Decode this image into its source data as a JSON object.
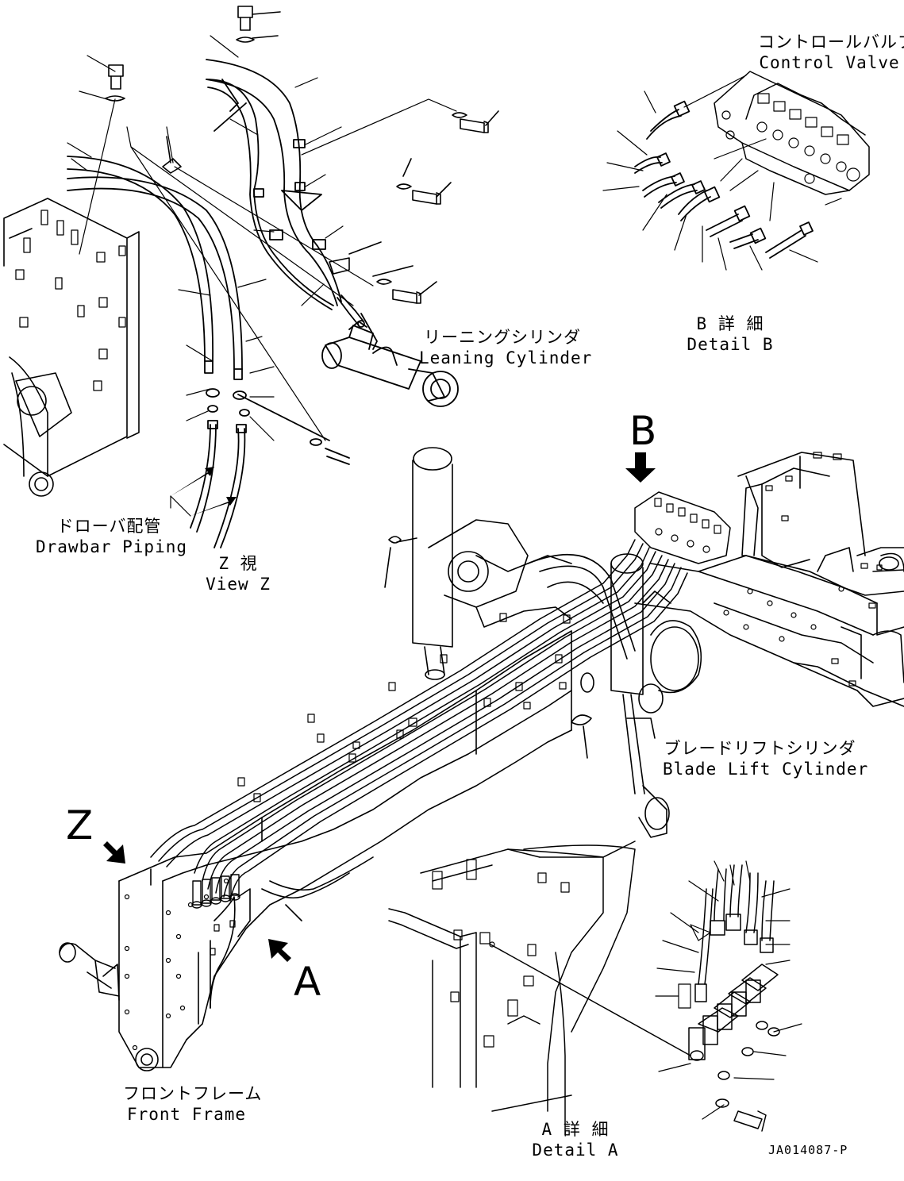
{
  "labels": {
    "control_valve": {
      "jp": "コントロールバルブ",
      "en": "Control Valve"
    },
    "leaning_cylinder": {
      "jp": "リーニングシリンダ",
      "en": "Leaning Cylinder"
    },
    "detail_b": {
      "jp": "B 詳 細",
      "en": "Detail B"
    },
    "drawbar_piping": {
      "jp": "ドローバ配管",
      "en": "Drawbar Piping"
    },
    "view_z": {
      "jp": "Z 視",
      "en": "View Z"
    },
    "blade_lift_cylinder": {
      "jp": "ブレードリフトシリンダ",
      "en": "Blade Lift Cylinder"
    },
    "front_frame": {
      "jp": "フロントフレーム",
      "en": "Front Frame"
    },
    "detail_a": {
      "jp": "A 詳 細",
      "en": "Detail A"
    }
  },
  "view_markers": {
    "b": "B",
    "z": "Z",
    "a": "A"
  },
  "drawing_code": "JA014087-P"
}
